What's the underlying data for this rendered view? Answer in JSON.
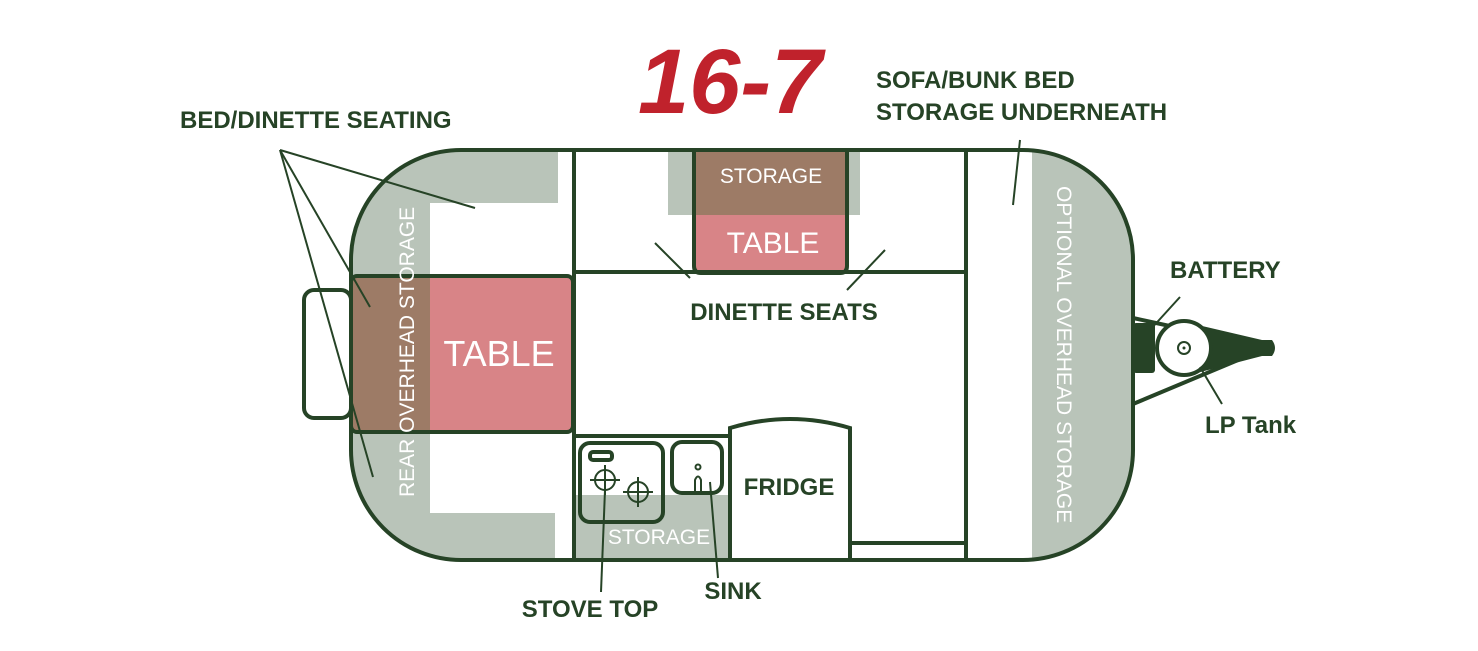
{
  "title": "16-7",
  "colors": {
    "outline": "#264326",
    "storage_gray": "#b9c4b9",
    "storage_brown": "#9d7b66",
    "table_pink": "#d88487",
    "title_red": "#c0222c"
  },
  "labels": {
    "bed_dinette": "BED/DINETTE SEATING",
    "sofa_line1": "SOFA/BUNK BED",
    "sofa_line2": "STORAGE UNDERNEATH",
    "dinette_seats": "DINETTE SEATS",
    "battery": "BATTERY",
    "lp_tank": "LP Tank",
    "stove_top": "STOVE TOP",
    "sink": "SINK"
  },
  "areas": {
    "rear_overhead": "REAR OVERHEAD STORAGE",
    "table_main": "TABLE",
    "table_dinette": "TABLE",
    "storage_top": "STORAGE",
    "storage_kitchen": "STORAGE",
    "fridge": "FRIDGE",
    "optional_overhead": "OPTIONAL OVERHEAD STORAGE"
  }
}
